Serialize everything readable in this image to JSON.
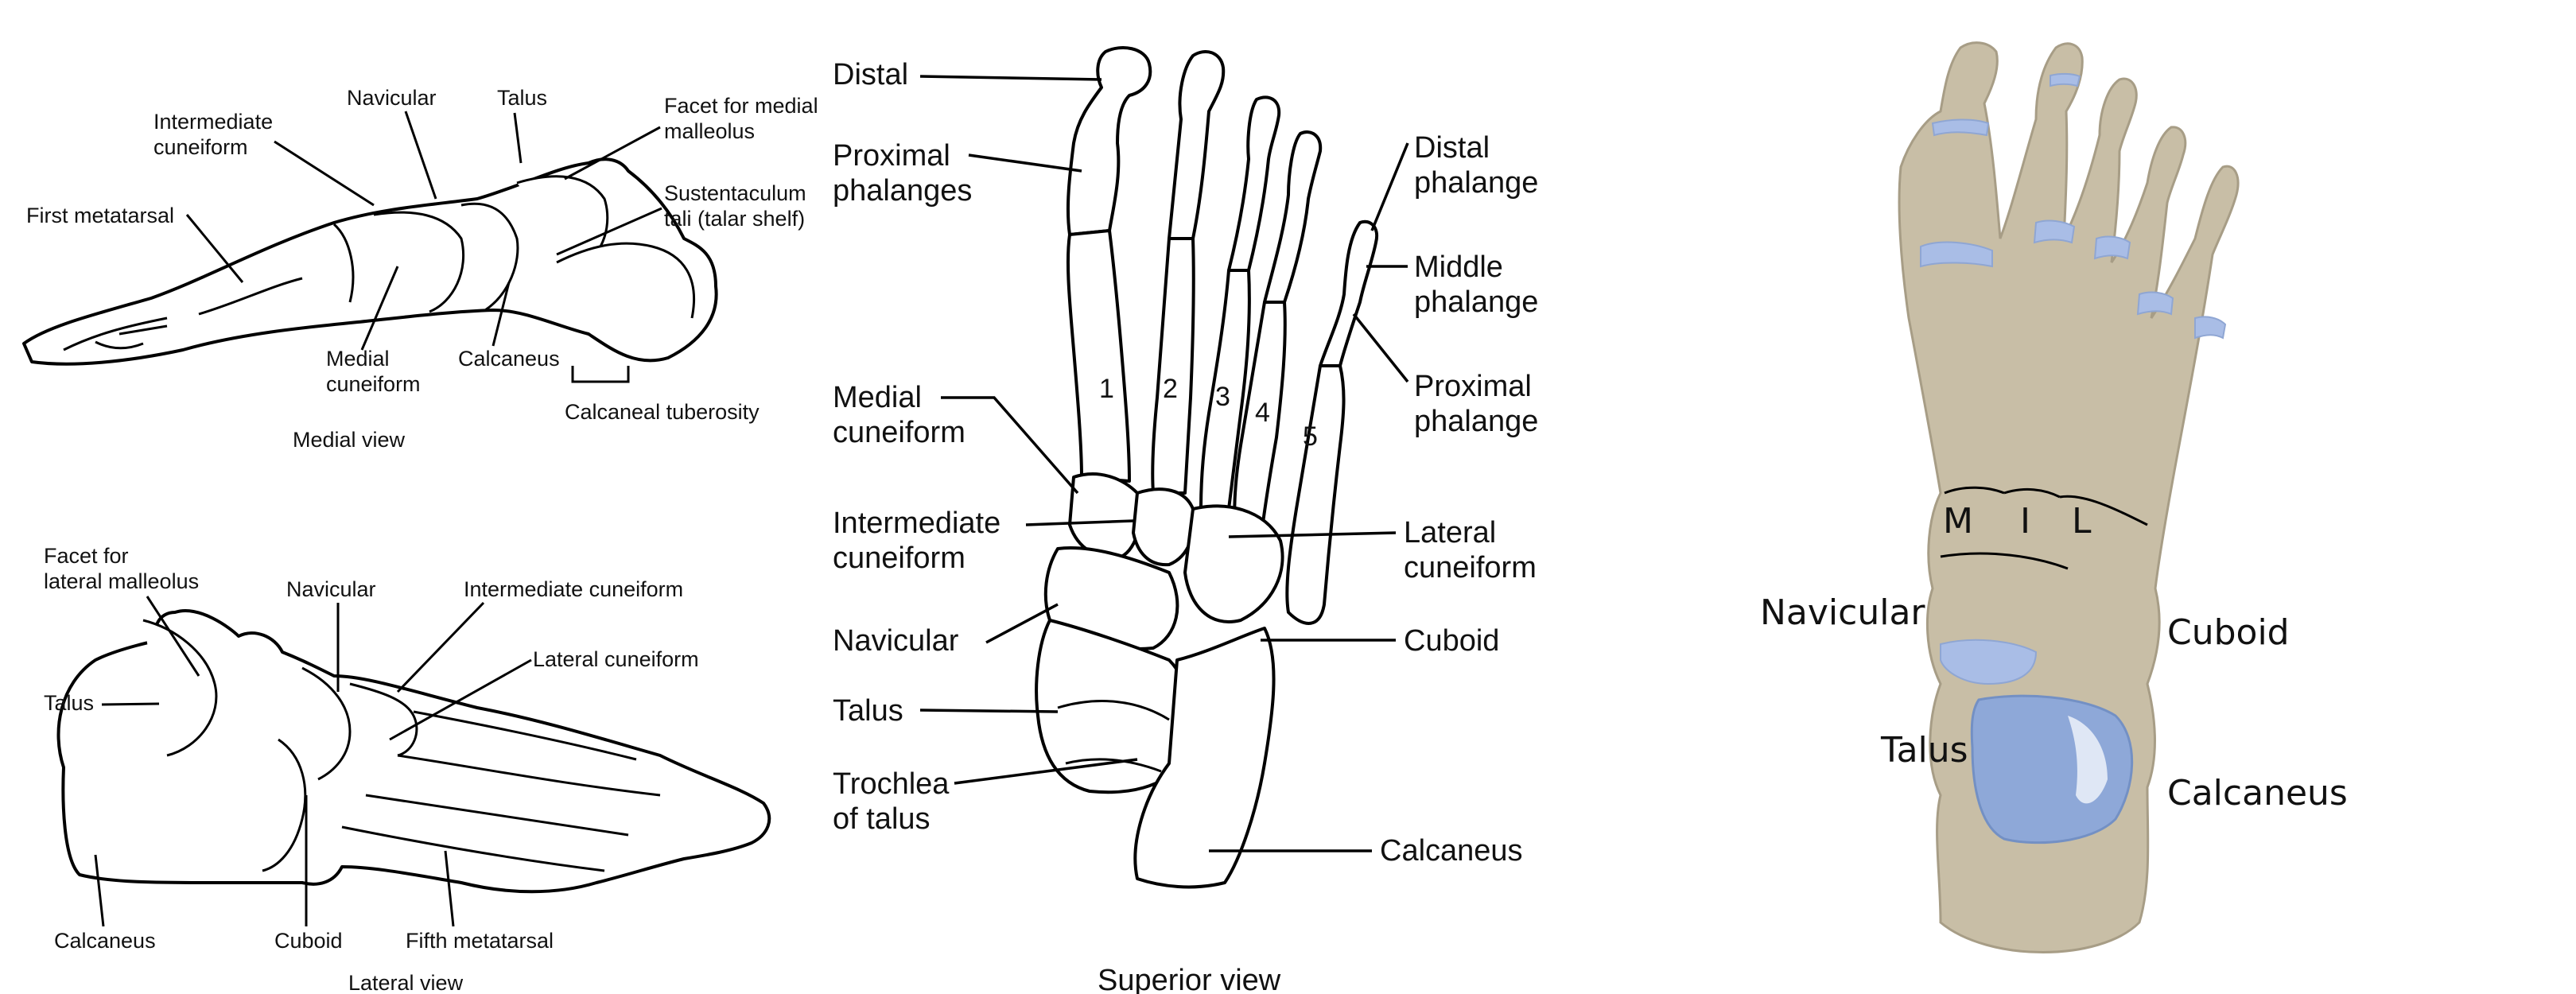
{
  "panels": {
    "medial": {
      "view_label": "Medial view",
      "labels": {
        "intermediate_cuneiform": [
          "Intermediate",
          "cuneiform"
        ],
        "navicular": "Navicular",
        "talus": "Talus",
        "facet_medial_malleolus": [
          "Facet for medial",
          "malleolus"
        ],
        "first_metatarsal": "First metatarsal",
        "sustentaculum_tali": [
          "Sustentaculum",
          "tali (talar shelf)"
        ],
        "medial_cuneiform": [
          "Medial",
          "cuneiform"
        ],
        "calcaneus": "Calcaneus",
        "calcaneal_tuberosity": "Calcaneal tuberosity"
      }
    },
    "lateral": {
      "view_label": "Lateral view",
      "labels": {
        "facet_lateral_malleolus": [
          "Facet for",
          "lateral malleolus"
        ],
        "navicular": "Navicular",
        "intermediate_cuneiform": "Intermediate cuneiform",
        "lateral_cuneiform": "Lateral cuneiform",
        "talus": "Talus",
        "calcaneus": "Calcaneus",
        "cuboid": "Cuboid",
        "fifth_metatarsal": "Fifth metatarsal"
      }
    },
    "superior": {
      "view_label": "Superior view",
      "labels": {
        "distal": "Distal",
        "proximal_phalanges": [
          "Proximal",
          "phalanges"
        ],
        "medial_cuneiform": [
          "Medial",
          "cuneiform"
        ],
        "intermediate_cuneiform": [
          "Intermediate",
          "cuneiform"
        ],
        "navicular": "Navicular",
        "talus": "Talus",
        "trochlea_of_talus": [
          "Trochlea",
          "of talus"
        ],
        "distal_phalange": [
          "Distal",
          "phalange"
        ],
        "middle_phalange": [
          "Middle",
          "phalange"
        ],
        "proximal_phalange": [
          "Proximal",
          "phalange"
        ],
        "lateral_cuneiform": [
          "Lateral",
          "cuneiform"
        ],
        "cuboid": "Cuboid",
        "calcaneus": "Calcaneus"
      },
      "metatarsal_numbers": [
        "1",
        "2",
        "3",
        "4",
        "5"
      ]
    },
    "colored": {
      "labels": {
        "m": "M",
        "i": "I",
        "l": "L",
        "navicular": "Navicular",
        "cuboid": "Cuboid",
        "talus": "Talus",
        "calcaneus": "Calcaneus"
      },
      "colors": {
        "bone": "#c8bea6",
        "joint": "#a9bde6",
        "talus_dome": "#8ea8d8"
      }
    }
  }
}
